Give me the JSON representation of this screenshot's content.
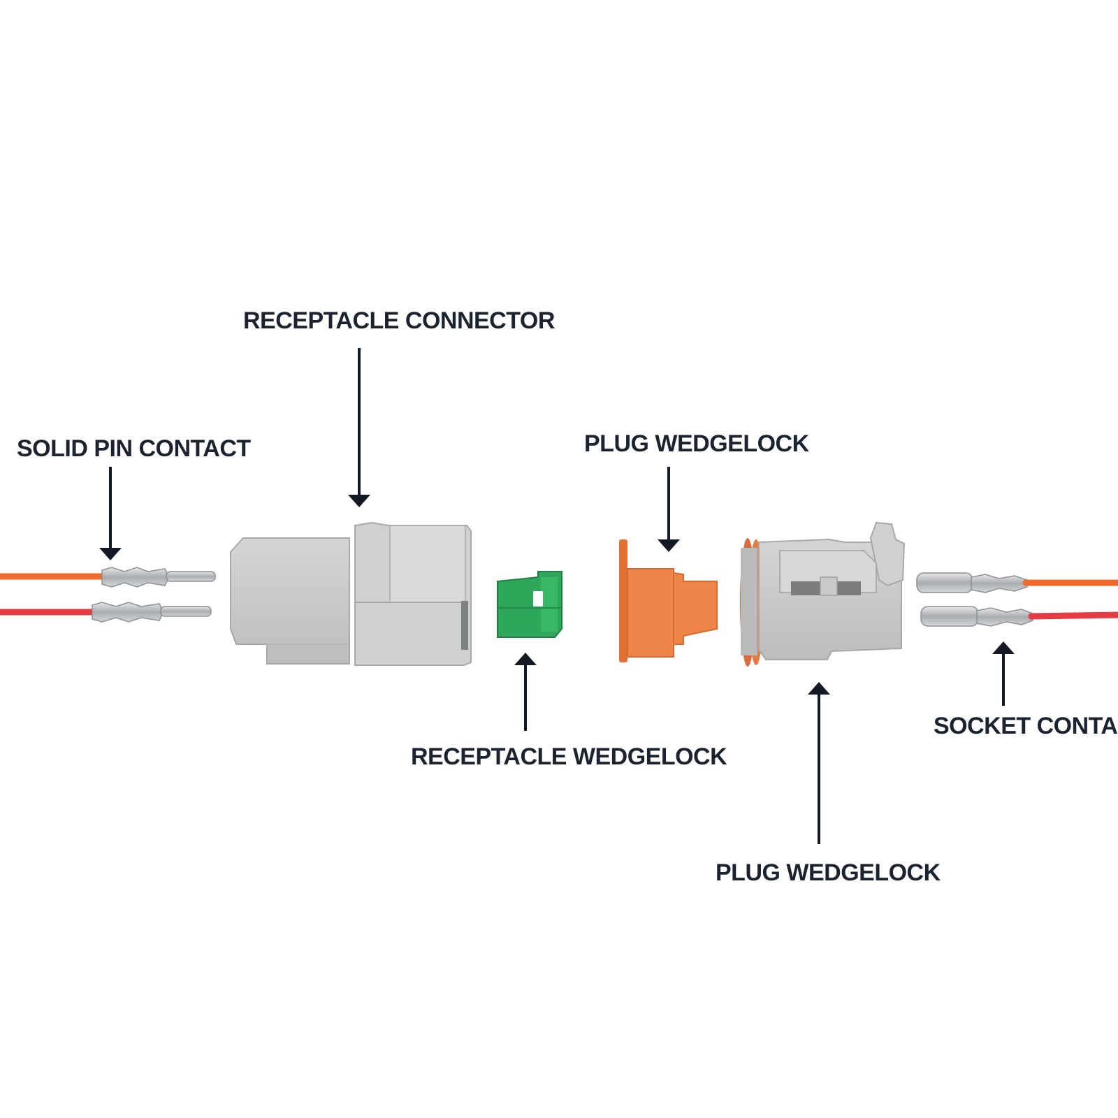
{
  "colors": {
    "label": "#1b2330",
    "arrow": "#131a26",
    "housing_gray": "#c8c9c9",
    "wedgelock_green": "#2fa75a",
    "wedgelock_orange": "#ef8548",
    "seal_orange": "#e0683e",
    "wire_orange": "#f06a2c",
    "wire_red": "#e53b43",
    "metal": "#b9bcc0"
  },
  "labels": {
    "solid_pin_contact": "SOLID PIN CONTACT",
    "receptacle_connector": "RECEPTACLE CONNECTOR",
    "receptacle_wedgelock": "RECEPTACLE WEDGELOCK",
    "plug_wedgelock_top": "PLUG WEDGELOCK",
    "plug_wedgelock_bottom": "PLUG WEDGELOCK",
    "socket_contact": "SOCKET CONTACT"
  }
}
